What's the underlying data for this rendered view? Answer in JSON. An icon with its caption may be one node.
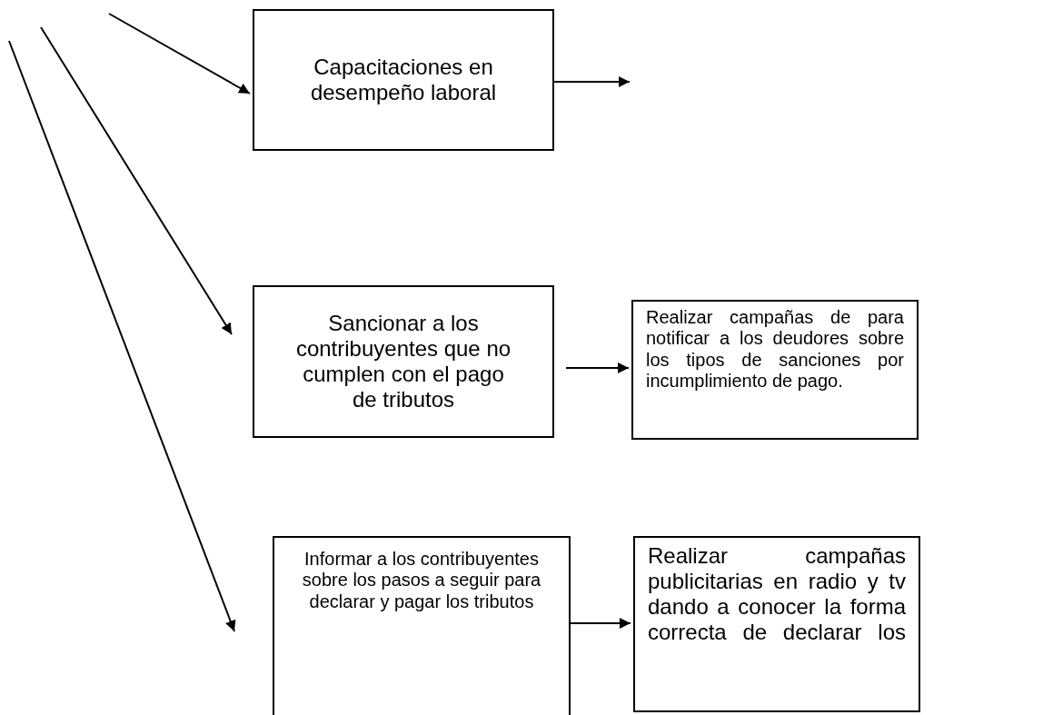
{
  "diagram": {
    "nodes": [
      {
        "text": [
          "Capacitaciones en desempeño laboral"
        ]
      },
      {
        "text": [
          "Sancionar a los contribuyentes que no cumplen con el pago de tributos"
        ]
      },
      {
        "text": [
          "Realizar campañas de para notificar a los deudores sobre los tipos de sanciones por incumplimiento de pago."
        ]
      },
      {
        "text": [
          "Informar a los contribuyentes sobre los pasos a seguir para declarar y pagar los tributos"
        ]
      },
      {
        "text": [
          "Realizar campañas publicitarias en radio y tv dando a conocer la forma correcta de declarar los"
        ]
      }
    ],
    "edges": [
      {
        "from": null,
        "to": 0,
        "arrow": "to"
      },
      {
        "from": null,
        "to": 1,
        "arrow": "to"
      },
      {
        "from": null,
        "to": 3,
        "arrow": "to"
      },
      {
        "from": 0,
        "to": null,
        "arrow": "to"
      },
      {
        "from": 1,
        "to": 2,
        "arrow": "to"
      },
      {
        "from": 3,
        "to": 4,
        "arrow": "to"
      }
    ]
  }
}
